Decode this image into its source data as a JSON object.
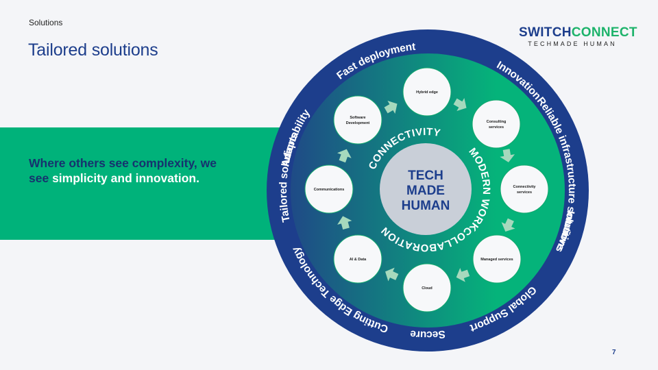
{
  "header": {
    "section": "Solutions",
    "title": "Tailored solutions"
  },
  "logo": {
    "word1": "SWITCH",
    "word2": "CONNECT",
    "tagline": "TECHMADE HUMAN"
  },
  "hero": {
    "text_dark": "Where others see complexity, we see ",
    "text_highlight": "simplicity and innovation."
  },
  "diagram": {
    "center_lines": [
      "TECH",
      "MADE",
      "HUMAN"
    ],
    "ring_labels": {
      "top_left": "CONNECTIVITY",
      "right": "MODERN WORK",
      "bottom": "COLLABORATION"
    },
    "outer_values": [
      "Fast deployment",
      "Innovation",
      "Reliable infrastructure solutions",
      "Intuitive",
      "Global Support",
      "Secure",
      "Cutting Edge Technology",
      "Tailored solutions",
      "Adaptability"
    ],
    "services": [
      "Hybrid edge",
      "Consulting services",
      "Connectivity services",
      "Managed services",
      "Cloud",
      "AI & Data",
      "Communications",
      "Software Development"
    ],
    "colors": {
      "outer_ring": "#1d3e8c",
      "gradient_start": "#1f4a86",
      "gradient_end": "#05b37a",
      "center_fill": "#c9cfd8",
      "center_text": "#1d3e8c",
      "arrow": "#a6d9bd",
      "node_border": "#13a86d"
    }
  },
  "footer": {
    "page_number": "7"
  }
}
